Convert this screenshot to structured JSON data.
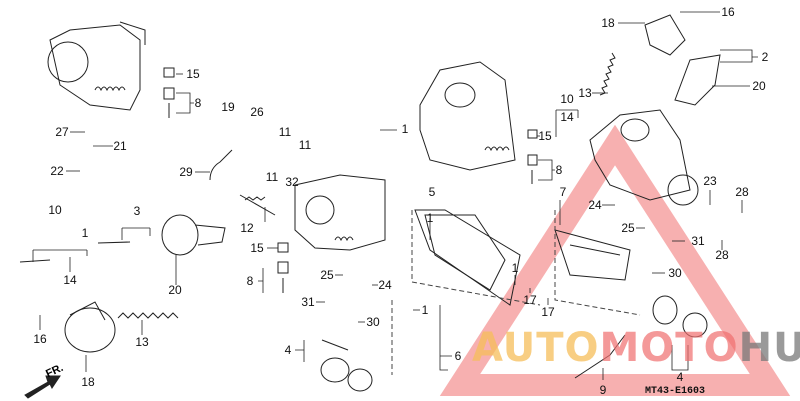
{
  "diagram": {
    "code": "MT43-E1603",
    "front_marker": "FR.",
    "watermark": {
      "part1": "AUTO",
      "part2": "MOTO",
      "part3": "HUB",
      "color_triangle": "#f07070",
      "color_auto": "#f6be5a",
      "color_hub": "#787878"
    },
    "labels": [
      "15",
      "8",
      "27",
      "21",
      "22",
      "19",
      "26",
      "11",
      "11",
      "11",
      "32",
      "29",
      "1",
      "10",
      "3",
      "1",
      "14",
      "20",
      "12",
      "15",
      "8",
      "25",
      "24",
      "31",
      "30",
      "16",
      "13",
      "18",
      "4",
      "16",
      "18",
      "2",
      "20",
      "13",
      "10",
      "14",
      "15",
      "8",
      "5",
      "1",
      "7",
      "23",
      "28",
      "28",
      "24",
      "25",
      "31",
      "30",
      "1",
      "1",
      "17",
      "17",
      "6",
      "4",
      "9"
    ]
  }
}
